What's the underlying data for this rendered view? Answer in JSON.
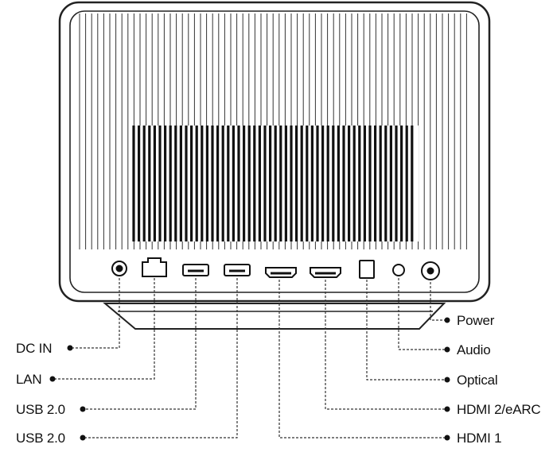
{
  "diagram": {
    "colors": {
      "ink": "#111111",
      "frame": "#222222",
      "leader": "#333333"
    },
    "labels": {
      "dc_in": "DC IN",
      "lan": "LAN",
      "usb1": "USB 2.0",
      "usb2": "USB 2.0",
      "hdmi1": "HDMI 1",
      "hdmi2": "HDMI 2/eARC",
      "optical": "Optical",
      "audio": "Audio",
      "power": "Power"
    }
  }
}
